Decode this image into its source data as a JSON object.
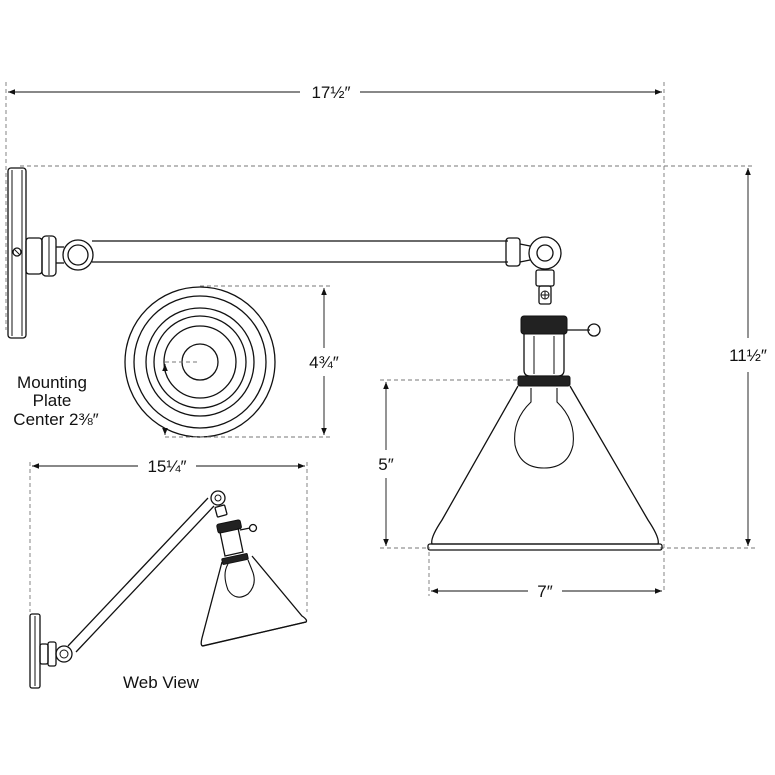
{
  "dimensions": {
    "overall_length": "17½″",
    "overall_height": "11½″",
    "shade_height": "5″",
    "shade_width": "7″",
    "plate_diameter": "4¾″",
    "web_view_length": "15¼″"
  },
  "mounting_plate_label": {
    "line1": "Mounting",
    "line2": "Plate",
    "line3": "Center 2⅜″"
  },
  "web_view_label": "Web View"
}
